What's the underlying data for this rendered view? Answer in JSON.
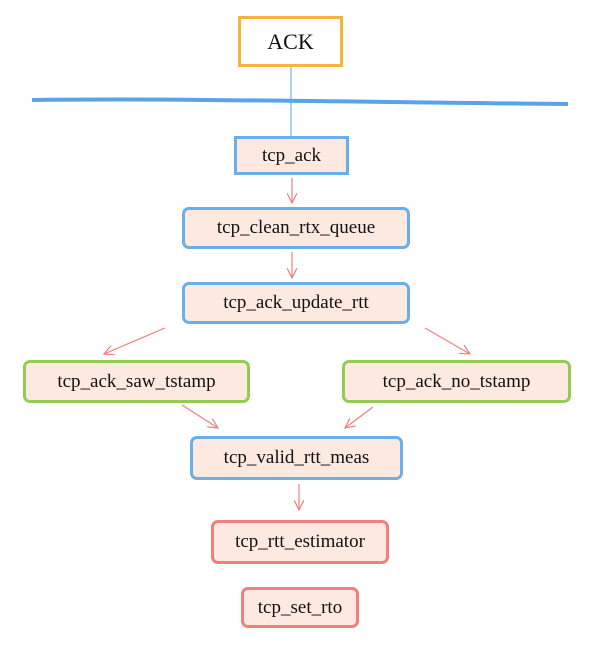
{
  "diagram": {
    "nodes": {
      "ack": "ACK",
      "tcp_ack": "tcp_ack",
      "tcp_clean_rtx_queue": "tcp_clean_rtx_queue",
      "tcp_ack_update_rtt": "tcp_ack_update_rtt",
      "tcp_ack_saw_tstamp": "tcp_ack_saw_tstamp",
      "tcp_ack_no_tstamp": "tcp_ack_no_tstamp",
      "tcp_valid_rtt_meas": "tcp_valid_rtt_meas",
      "tcp_rtt_estimator": "tcp_rtt_estimator",
      "tcp_set_rto": "tcp_set_rto"
    },
    "edges": [
      {
        "from": "ack",
        "to": "tcp_ack"
      },
      {
        "from": "tcp_ack",
        "to": "tcp_clean_rtx_queue"
      },
      {
        "from": "tcp_clean_rtx_queue",
        "to": "tcp_ack_update_rtt"
      },
      {
        "from": "tcp_ack_update_rtt",
        "to": "tcp_ack_saw_tstamp"
      },
      {
        "from": "tcp_ack_update_rtt",
        "to": "tcp_ack_no_tstamp"
      },
      {
        "from": "tcp_ack_saw_tstamp",
        "to": "tcp_valid_rtt_meas"
      },
      {
        "from": "tcp_ack_no_tstamp",
        "to": "tcp_valid_rtt_meas"
      },
      {
        "from": "tcp_valid_rtt_meas",
        "to": "tcp_rtt_estimator"
      }
    ],
    "colors": {
      "node_fill": "#fde9df",
      "ack_border": "#f4b53c",
      "blue_border": "#6ab0e8",
      "green_border": "#93cc54",
      "red_border": "#f08080",
      "arrow": "#f08080",
      "separator": "#5aa3e6"
    }
  }
}
